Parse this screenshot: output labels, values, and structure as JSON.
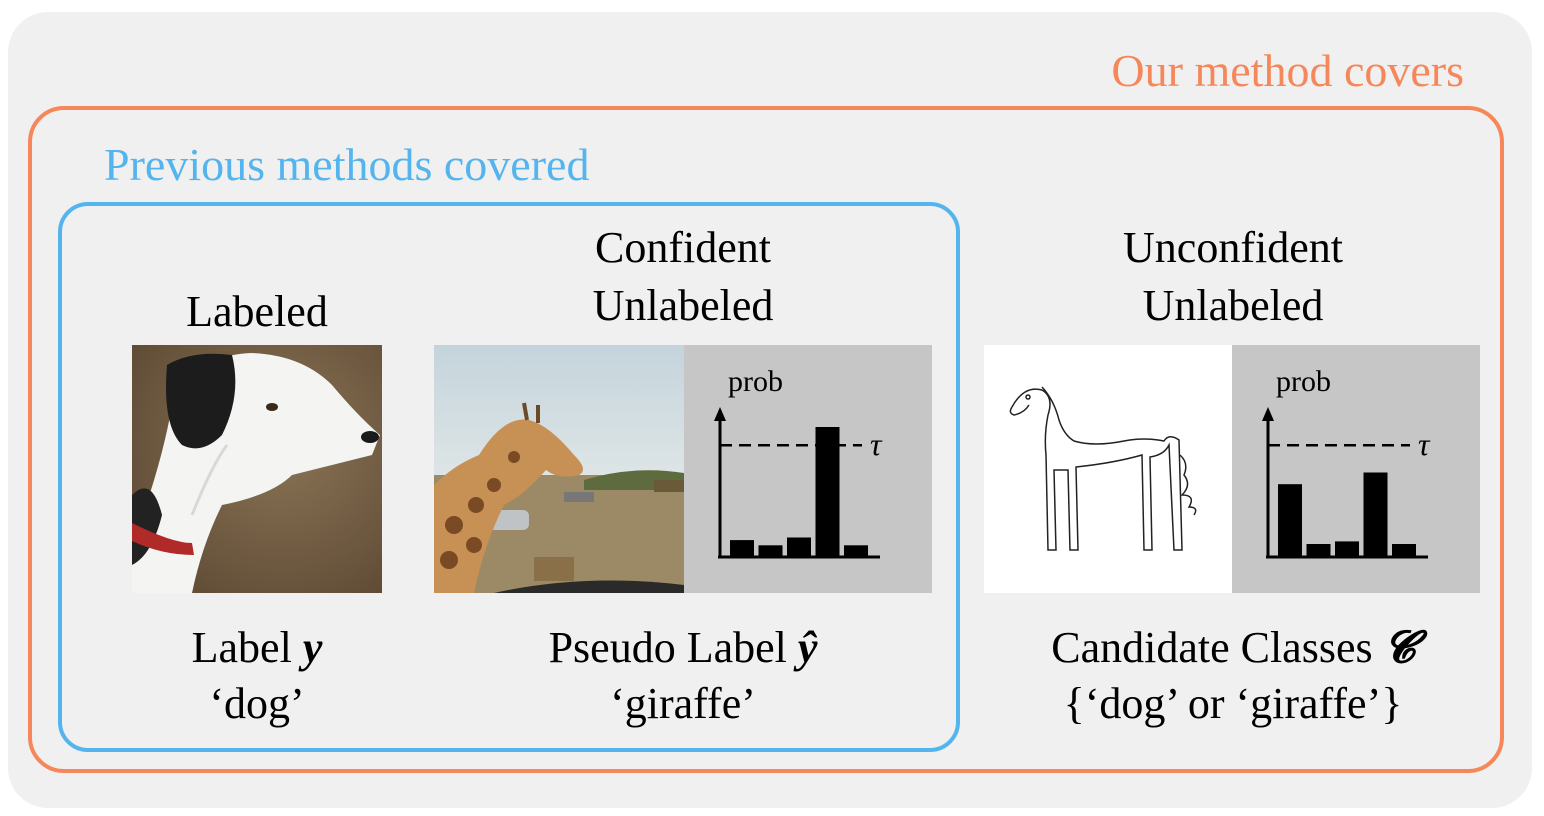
{
  "outer": {
    "title": "Our method covers"
  },
  "inner": {
    "title": "Previous methods covered"
  },
  "columns": [
    {
      "heading_lines": [
        "Labeled"
      ],
      "caption_prefix": "Label ",
      "caption_symbol": "y",
      "caption_value": "‘dog’"
    },
    {
      "heading_lines": [
        "Confident",
        "Unlabeled"
      ],
      "caption_prefix": "Pseudo Label ",
      "caption_symbol": "ŷ",
      "caption_value": "‘giraffe’"
    },
    {
      "heading_lines": [
        "Unconfident",
        "Unlabeled"
      ],
      "caption_prefix": "Candidate Classes ",
      "caption_symbol": "𝓒",
      "caption_value": "{‘dog’ or ‘giraffe’}"
    }
  ],
  "chart_data": [
    {
      "type": "bar",
      "ylabel": "prob",
      "threshold_label": "τ",
      "values": [
        0.13,
        0.09,
        0.15,
        1.0,
        0.09
      ],
      "threshold": 0.86
    },
    {
      "type": "bar",
      "ylabel": "prob",
      "threshold_label": "τ",
      "values": [
        0.56,
        0.1,
        0.12,
        0.65,
        0.1
      ],
      "threshold": 0.86
    }
  ],
  "images": {
    "dog": "dog-painting",
    "giraffe": "giraffe-photo",
    "sketch": "animal-sketch"
  },
  "colors": {
    "orange": "#f5875a",
    "blue": "#54b4ee",
    "panel": "#c6c6c6",
    "bg": "#f0f0f0"
  }
}
